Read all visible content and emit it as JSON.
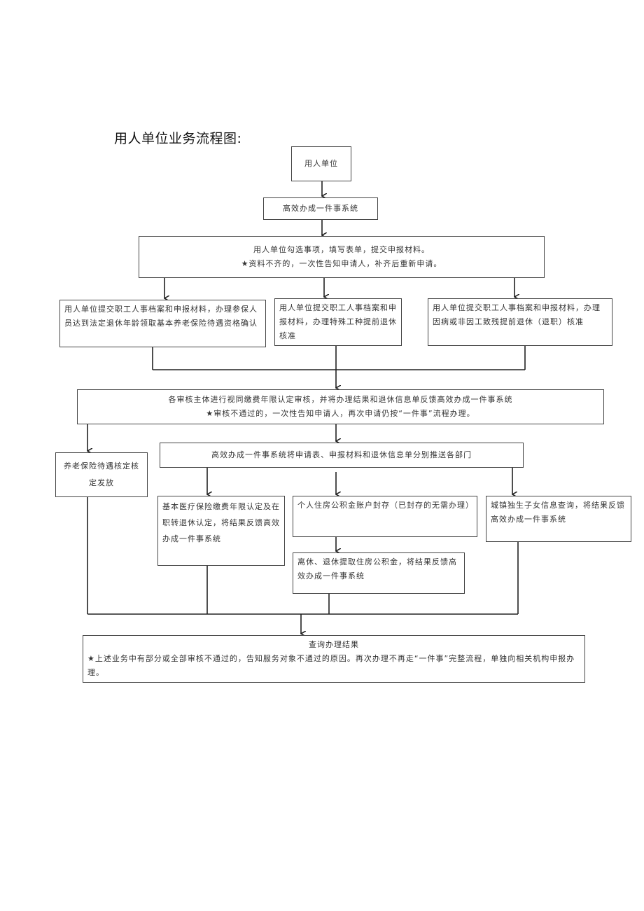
{
  "title": "用人单位业务流程图:",
  "nodes": {
    "employer": "用人单位",
    "system": "高效办成一件事系统",
    "select": {
      "line1": "用人单位勾选事项，填写表单，提交申报材料。",
      "line2": "★资料不齐的，一次性告知申请人，补齐后重新申请。"
    },
    "branch_left": "用人单位提交职工人事档案和申报材料，办理参保人员达到法定退休年龄领取基本养老保险待遇资格确认",
    "branch_mid": "用人单位提交职工人事档案和申报材料，办理特殊工种提前退休核准",
    "branch_right": "用人单位提交职工人事档案和申报材料，办理因病或非因工致残提前退休（退职）核准",
    "review": {
      "line1": "各审核主体进行视同缴费年限认定审核，并将办理结果和退休信息单反馈高效办成一件事系统",
      "line2": "★审核不通过的，一次性告知申请人，再次申请仍按“一件事”流程办理。"
    },
    "pension": "养老保险待遇核定核定发放",
    "push": "高效办成一件事系统将申请表、申报材料和退休信息单分别推送各部门",
    "medical": "基本医疗保险缴费年限认定及在职转退休认定，将结果反馈高效办成一件事系统",
    "fund_seal": "个人住房公积金账户封存（已封存的无需办理）",
    "fund_withdraw": "离休、退休提取住房公积金，将结果反馈高效办成一件事系统",
    "only_child": "城镇独生子女信息查询，将结果反馈高效办成一件事系统",
    "result": {
      "line1": "查询办理结果",
      "line2": "★上述业务中有部分或全部审核不通过的，告知服务对象不通过的原因。再次办理不再走“一件事”完整流程，单独向相关机构申报办理。"
    }
  }
}
